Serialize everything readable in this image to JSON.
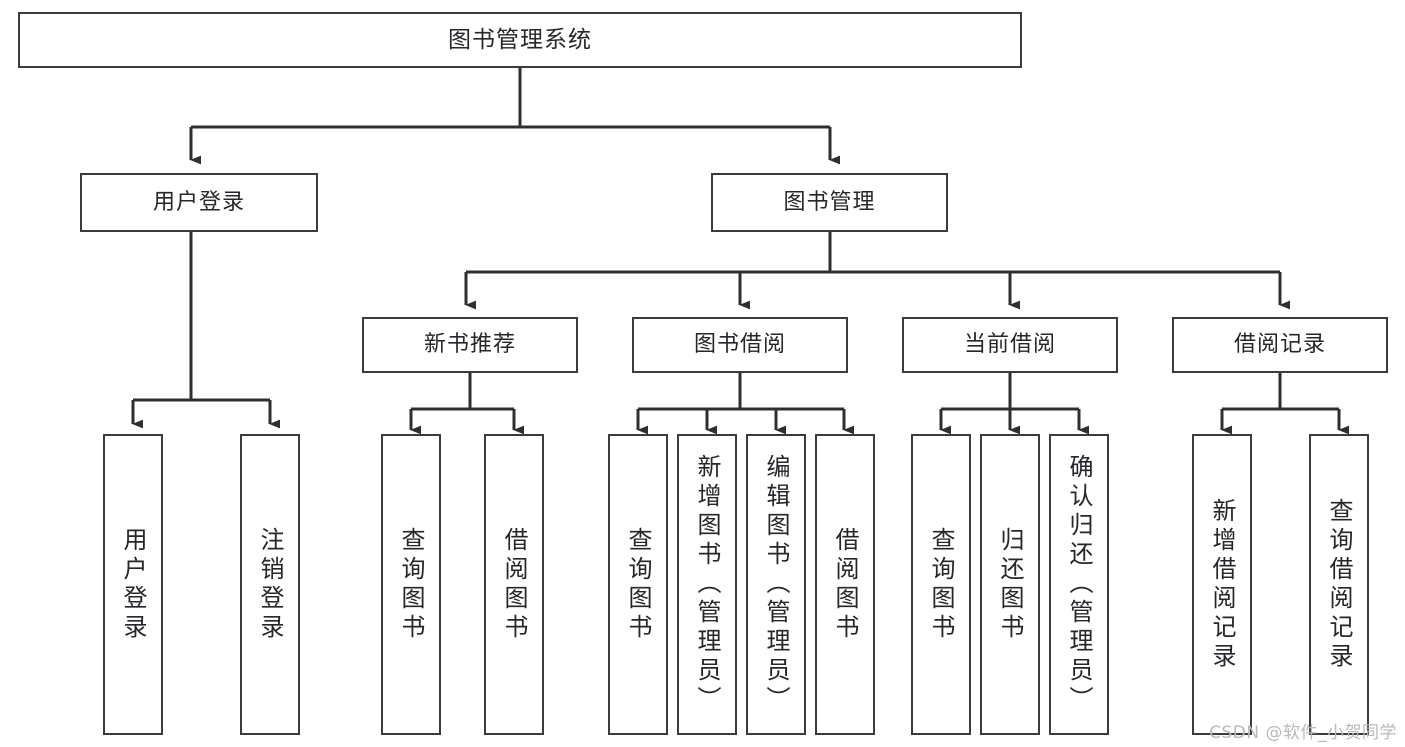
{
  "diagram": {
    "title": "图书管理系统",
    "type": "tree-hierarchy",
    "stroke_color": "#3b3b3b",
    "text_color": "#26262b",
    "background_color": "#ffffff",
    "watermark": "CSDN @软件_小贺同学",
    "nodes": {
      "root": {
        "label": "图书管理系统",
        "level": 0
      },
      "l1": [
        {
          "id": "user-login",
          "label": "用户登录"
        },
        {
          "id": "book-manage",
          "label": "图书管理"
        }
      ],
      "l2": [
        {
          "id": "new-book-recommend",
          "label": "新书推荐"
        },
        {
          "id": "book-borrow",
          "label": "图书借阅"
        },
        {
          "id": "current-borrow",
          "label": "当前借阅"
        },
        {
          "id": "borrow-record",
          "label": "借阅记录"
        }
      ],
      "l3": {
        "user-login": [
          {
            "id": "leaf-user-login",
            "label": "用户登录"
          },
          {
            "id": "leaf-user-logout",
            "label": "注销登录"
          }
        ],
        "new-book-recommend": [
          {
            "id": "leaf-query-book-1",
            "label": "查询图书"
          },
          {
            "id": "leaf-borrow-book-1",
            "label": "借阅图书"
          }
        ],
        "book-borrow": [
          {
            "id": "leaf-query-book-2",
            "label": "查询图书"
          },
          {
            "id": "leaf-add-book",
            "label": "新增图书（管理员）"
          },
          {
            "id": "leaf-edit-book",
            "label": "编辑图书（管理员）"
          },
          {
            "id": "leaf-borrow-book-2",
            "label": "借阅图书"
          }
        ],
        "current-borrow": [
          {
            "id": "leaf-query-book-3",
            "label": "查询图书"
          },
          {
            "id": "leaf-return-book",
            "label": "归还图书"
          },
          {
            "id": "leaf-confirm-return",
            "label": "确认归还（管理员）"
          }
        ],
        "borrow-record": [
          {
            "id": "leaf-add-record",
            "label": "新增借阅记录"
          },
          {
            "id": "leaf-query-record",
            "label": "查询借阅记录"
          }
        ]
      }
    }
  }
}
